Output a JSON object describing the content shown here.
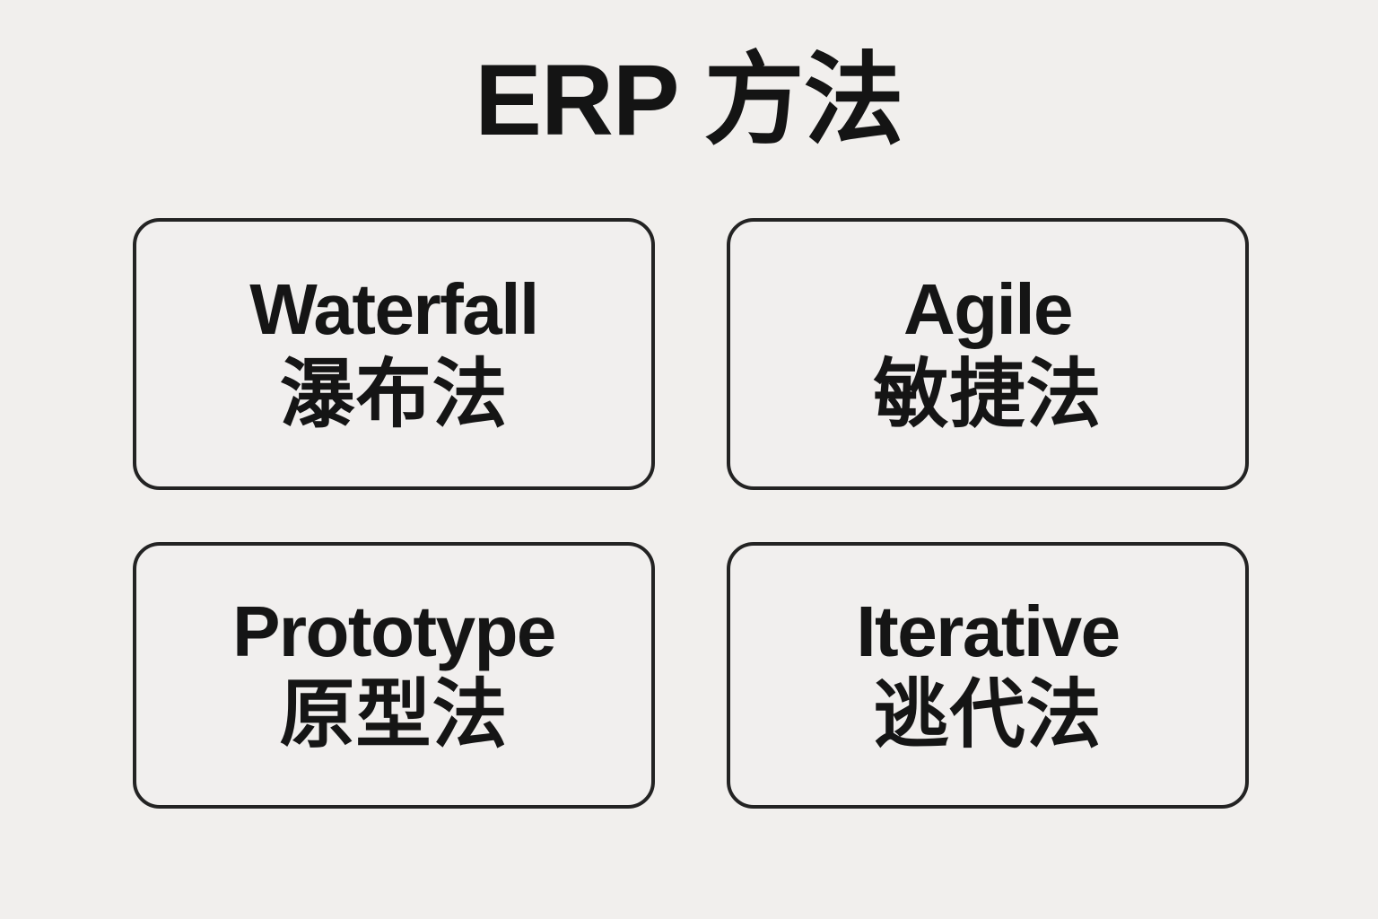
{
  "title": "ERP 方法",
  "theme": {
    "background": "#f1efed",
    "card_background": "#f1efee",
    "card_border": "#232323",
    "text": "#151515",
    "title_text": "#141414"
  },
  "cards": [
    {
      "en": "Waterfall",
      "zh": "瀑布法"
    },
    {
      "en": "Agile",
      "zh": "敏捷法"
    },
    {
      "en": "Prototype",
      "zh": "原型法"
    },
    {
      "en": "Iterative",
      "zh": "逃代法"
    }
  ]
}
